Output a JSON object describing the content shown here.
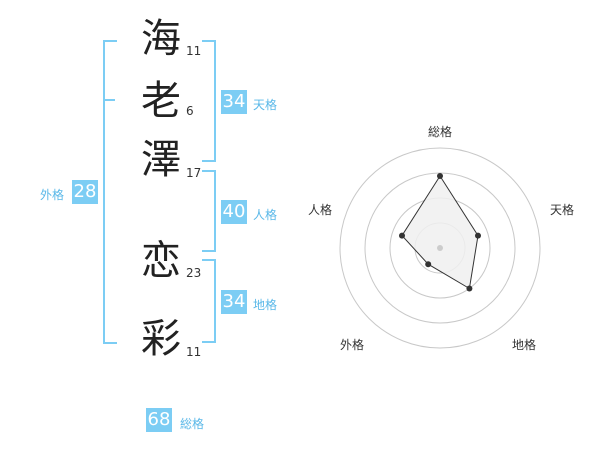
{
  "name_chars": [
    {
      "char": "海",
      "strokes": "11"
    },
    {
      "char": "老",
      "strokes": "6"
    },
    {
      "char": "澤",
      "strokes": "17"
    },
    {
      "char": "恋",
      "strokes": "23"
    },
    {
      "char": "彩",
      "strokes": "11"
    }
  ],
  "kaku": {
    "tenkaku": {
      "label": "天格",
      "value": "34"
    },
    "jinkaku": {
      "label": "人格",
      "value": "40"
    },
    "chikaku": {
      "label": "地格",
      "value": "34"
    },
    "gaikaku": {
      "label": "外格",
      "value": "28"
    },
    "soukaku": {
      "label": "総格",
      "value": "68"
    }
  },
  "chart_data": {
    "type": "radar",
    "axes": [
      "総格",
      "天格",
      "地格",
      "外格",
      "人格"
    ],
    "values": [
      3.6,
      2.0,
      2.5,
      1.0,
      2.0
    ],
    "max": 5,
    "rings": 4,
    "colors": {
      "fill": "#f0f0f0",
      "stroke": "#333333",
      "grid": "#c8c8c8",
      "center": "#cccccc"
    }
  }
}
